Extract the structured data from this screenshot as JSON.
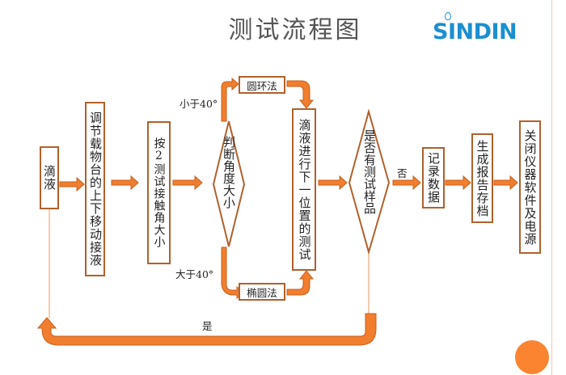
{
  "title": "测试流程图",
  "logo": {
    "text": "SINDIN",
    "color": "#1a8fd0"
  },
  "colors": {
    "arrow": "#f07e2e",
    "arrow_border": "#c8601e",
    "box_border": "#b0612c",
    "thin_line": "#e59a5e",
    "dot": "#fb8431"
  },
  "nodes": {
    "drip": "滴液",
    "adjust_stage": "调节载物台的上下移动接液",
    "press_test": "按2测试接触角大小",
    "judge_angle": "判断角度大小",
    "ring_method": "圆环法",
    "ellipse_method": "椭圆法",
    "next_position": "滴液进行下一位置的测试",
    "has_sample": "是否有测试样品",
    "record_data": "记录数据",
    "report": "生成报告存档",
    "shutdown": "关闭仪器软件及电源"
  },
  "labels": {
    "less_than_40": "小于40°",
    "greater_than_40": "大于40°",
    "no": "否",
    "yes": "是"
  }
}
